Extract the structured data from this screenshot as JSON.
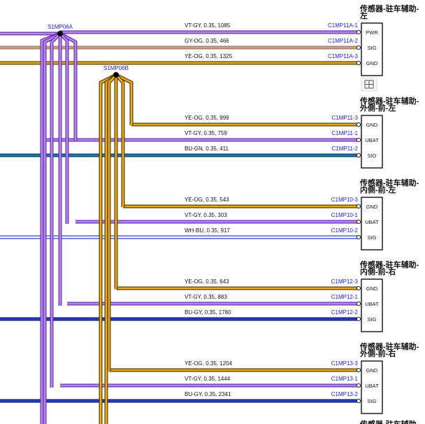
{
  "splices": {
    "a": {
      "label": "S1MP06A",
      "color_hex": "#b58ae6"
    },
    "b": {
      "label": "S1MP06B",
      "color_hex": "#e8ac22"
    }
  },
  "wire_colors": {
    "VT-GY": {
      "fill": "#b58ae6",
      "edge": "#6b2fb3"
    },
    "YE-OG": {
      "fill": "#e8ac22",
      "edge": "#5a3e00"
    },
    "GY-OG": {
      "fill": "#d79b5f",
      "edge": "#8a8a8a"
    },
    "BU-GN": {
      "fill": "#1b6fd1",
      "edge": "#0e4a3c"
    },
    "WH-BU": {
      "fill": "#ffffff",
      "edge": "#2a3fc9"
    },
    "BU-GY": {
      "fill": "#2a3fc9",
      "edge": "#0b1a6e"
    }
  },
  "connectors": [
    {
      "title": [
        "传感器-驻车辅助-",
        "左"
      ],
      "pins": [
        {
          "pin": "C1MP11A-1",
          "func": "PWR",
          "wire": "VT-GY,  0.35,  1085",
          "color": "VT-GY",
          "source": "a"
        },
        {
          "pin": "C1MP11A-2",
          "func": "SIG",
          "wire": "GY-OG,  0.35,  466",
          "color": "GY-OG",
          "source": "edge"
        },
        {
          "pin": "C1MP11A-3",
          "func": "GND",
          "wire": "YE-OG,  0.35,  1325",
          "color": "YE-OG",
          "source": "edge"
        }
      ]
    },
    {
      "title": [
        "传感器-驻车辅助-",
        "外侧-前-左"
      ],
      "pins": [
        {
          "pin": "C1MP11-3",
          "func": "GND",
          "wire": "YE-OG,  0.35,  999",
          "color": "YE-OG",
          "source": "b"
        },
        {
          "pin": "C1MP11-1",
          "func": "UBAT",
          "wire": "VT-GY,  0.35,  759",
          "color": "VT-GY",
          "source": "a"
        },
        {
          "pin": "C1MP11-2",
          "func": "SIG",
          "wire": "BU-GN,  0.35,  411",
          "color": "BU-GN",
          "source": "edge"
        }
      ]
    },
    {
      "title": [
        "传感器-驻车辅助-",
        "内侧-前-左"
      ],
      "pins": [
        {
          "pin": "C1MP10-3",
          "func": "GND",
          "wire": "YE-OG,  0.35,  543",
          "color": "YE-OG",
          "source": "b"
        },
        {
          "pin": "C1MP10-1",
          "func": "UBAT",
          "wire": "VT-GY,  0.35,  303",
          "color": "VT-GY",
          "source": "a"
        },
        {
          "pin": "C1MP10-2",
          "func": "SIG",
          "wire": "WH-BU,  0.35,  917",
          "color": "WH-BU",
          "source": "edge"
        }
      ]
    },
    {
      "title": [
        "传感器-驻车辅助-",
        "内侧-前-右"
      ],
      "pins": [
        {
          "pin": "C1MP12-3",
          "func": "GND",
          "wire": "YE-OG,  0.35,  643",
          "color": "YE-OG",
          "source": "b"
        },
        {
          "pin": "C1MP12-1",
          "func": "UBAT",
          "wire": "VT-GY,  0.35,  883",
          "color": "VT-GY",
          "source": "a"
        },
        {
          "pin": "C1MP12-2",
          "func": "SIG",
          "wire": "BU-GY,  0.35,  1780",
          "color": "BU-GY",
          "source": "edge"
        }
      ]
    },
    {
      "title": [
        "传感器-驻车辅助-",
        "外侧-前-右"
      ],
      "pins": [
        {
          "pin": "C1MP13-3",
          "func": "GND",
          "wire": "YE-OG,  0.35,  1204",
          "color": "YE-OG",
          "source": "b"
        },
        {
          "pin": "C1MP13-1",
          "func": "UBAT",
          "wire": "VT-GY,  0.35,  1444",
          "color": "VT-GY",
          "source": "a"
        },
        {
          "pin": "C1MP13-2",
          "func": "SIG",
          "wire": "BU-GY,  0.35,  2341",
          "color": "BU-GY",
          "source": "edge"
        }
      ]
    }
  ],
  "partial_title": "传感器-驻车辅助-",
  "icons": {
    "toolbar": "grid-selection-icon"
  }
}
